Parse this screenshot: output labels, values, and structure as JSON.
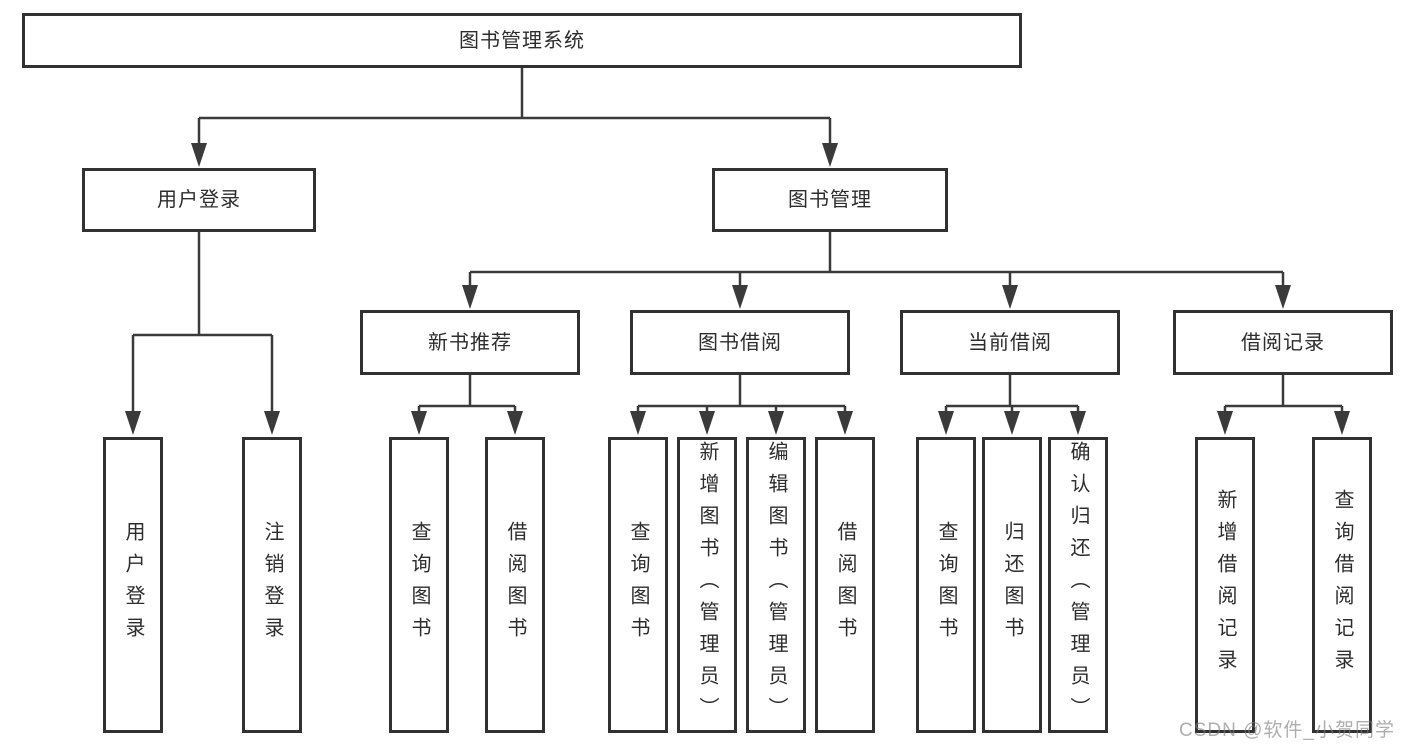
{
  "hierarchy": {
    "root": "图书管理系统",
    "branches": [
      {
        "label": "用户登录",
        "children": [
          {
            "label": "用户登录"
          },
          {
            "label": "注销登录"
          }
        ]
      },
      {
        "label": "图书管理",
        "children": [
          {
            "label": "新书推荐",
            "children": [
              {
                "label": "查询图书"
              },
              {
                "label": "借阅图书"
              }
            ]
          },
          {
            "label": "图书借阅",
            "children": [
              {
                "label": "查询图书"
              },
              {
                "label": "新增图书（管理员）"
              },
              {
                "label": "编辑图书（管理员）"
              },
              {
                "label": "借阅图书"
              }
            ]
          },
          {
            "label": "当前借阅",
            "children": [
              {
                "label": "查询图书"
              },
              {
                "label": "归还图书"
              },
              {
                "label": "确认归还（管理员）"
              }
            ]
          },
          {
            "label": "借阅记录",
            "children": [
              {
                "label": "新增借阅记录"
              },
              {
                "label": "查询借阅记录"
              }
            ]
          }
        ]
      }
    ]
  },
  "watermark": {
    "text": "CSDN @软件_小贺同学"
  },
  "colors": {
    "line": "#3a3a3a",
    "box_border": "#313131",
    "text": "#2d2d2d",
    "watermark": "#b5b5b5",
    "background": "#ffffff"
  }
}
